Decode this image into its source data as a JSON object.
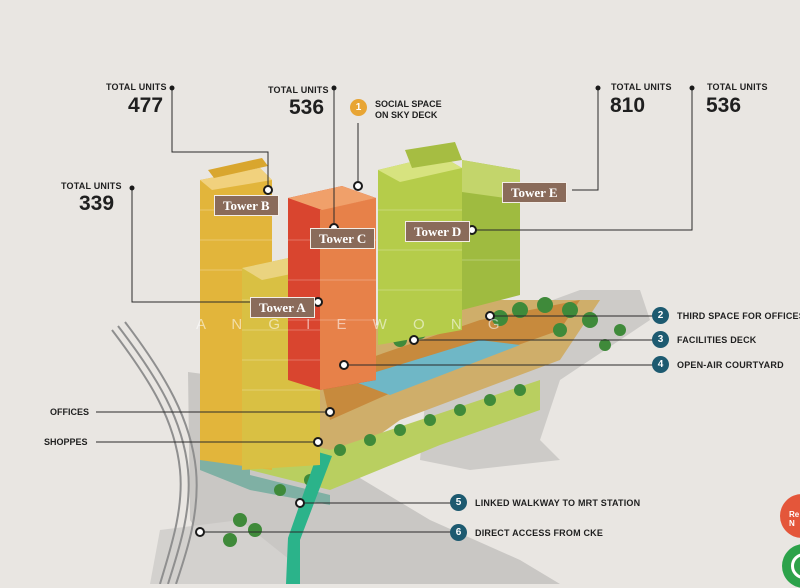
{
  "towers": {
    "a": {
      "name": "Tower A",
      "units_caption": "TOTAL UNITS",
      "units": "339"
    },
    "b": {
      "name": "Tower B",
      "units_caption": "TOTAL UNITS",
      "units": "477"
    },
    "c": {
      "name": "Tower C",
      "units_caption": "TOTAL UNITS",
      "units": "536"
    },
    "d": {
      "name": "Tower D",
      "units_caption": "TOTAL UNITS",
      "units": "536"
    },
    "e": {
      "name": "Tower E",
      "units_caption": "TOTAL UNITS",
      "units": "810"
    }
  },
  "sky_deck": {
    "number": "1",
    "line1": "SOCIAL SPACE",
    "line2": "ON SKY DECK"
  },
  "callouts": [
    {
      "number": "2",
      "label": "THIRD SPACE FOR OFFICES"
    },
    {
      "number": "3",
      "label": "FACILITIES DECK"
    },
    {
      "number": "4",
      "label": "OPEN-AIR COURTYARD"
    },
    {
      "number": "5",
      "label": "LINKED WALKWAY TO MRT STATION"
    },
    {
      "number": "6",
      "label": "DIRECT ACCESS FROM CKE"
    }
  ],
  "left_labels": {
    "offices": "OFFICES",
    "shoppes": "SHOPPES"
  },
  "watermark": "A N G I E   W O N G",
  "edge_button_text": "Re\nN",
  "colors": {
    "background": "#e9e6e2",
    "tag": "#8a6b5a",
    "badge": "#1d5a70",
    "badge_accent": "#e8a534",
    "tower_yellow": "#e2b53b",
    "tower_red": "#d9452f",
    "tower_green": "#b5cc4a",
    "pool": "#6fb7c6",
    "walkway": "#2bb38a"
  },
  "icons": [
    "leader-dot",
    "number-badge",
    "tree",
    "rail-track"
  ]
}
